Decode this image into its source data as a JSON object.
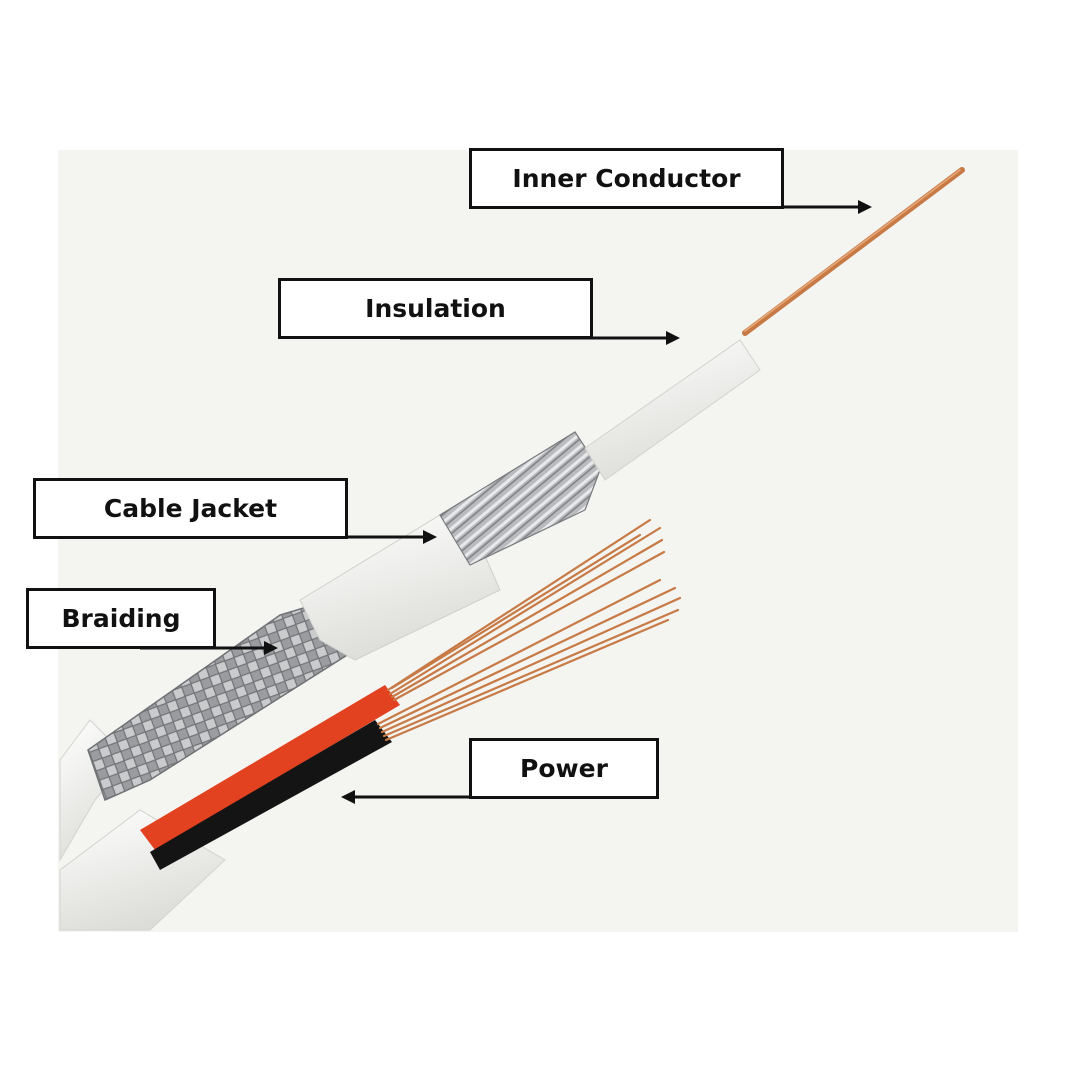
{
  "labels": {
    "inner_conductor": "Inner Conductor",
    "insulation": "Insulation",
    "cable_jacket": "Cable Jacket",
    "braiding": "Braiding",
    "power": "Power"
  },
  "colors": {
    "copper": "#c77a45",
    "red_wire": "#e2421f",
    "black_wire": "#141414",
    "jacket_white": "#f7f7f5",
    "braid_silver": "#a9abad",
    "label_border": "#111111"
  },
  "icons": {
    "arrow": "arrowhead-icon"
  }
}
